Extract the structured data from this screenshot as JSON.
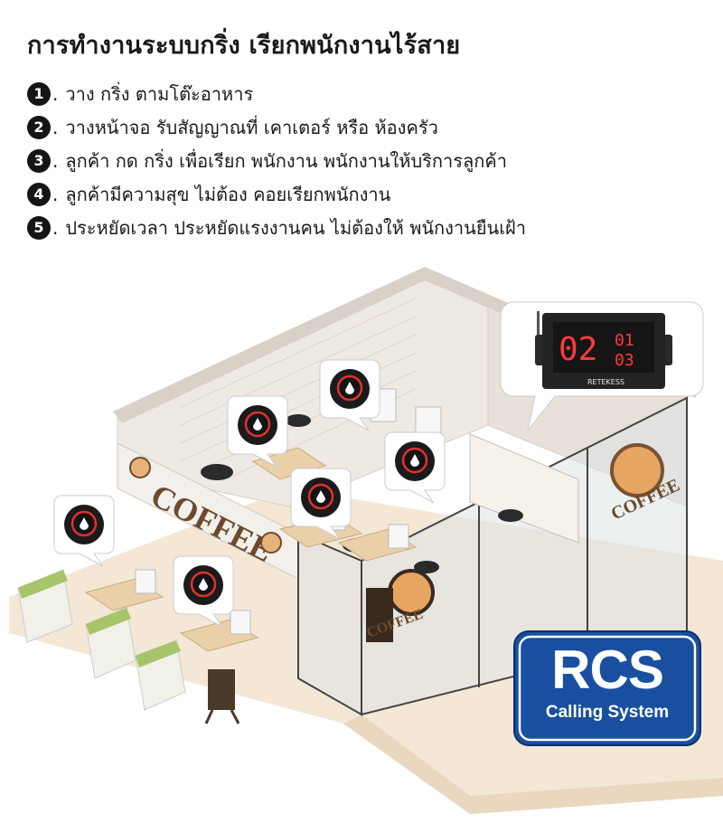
{
  "title": "การทำงานระบบกริ่ง เรียกพนักงานไร้สาย",
  "steps": [
    {
      "num": "1",
      "text": "วาง กริ่ง ตามโต๊ะอาหาร"
    },
    {
      "num": "2",
      "text": "วางหน้าจอ รับสัญญาณที่ เคาเตอร์ หรือ ห้องครัว"
    },
    {
      "num": "3",
      "text": "ลูกค้า กด กริ่ง เพื่อเรียก พนักงาน  พนักงานให้บริการลูกค้า"
    },
    {
      "num": "4",
      "text": "ลูกค้ามีความสุข ไม่ต้อง คอยเรียกพนักงาน"
    },
    {
      "num": "5",
      "text": "ประหยัดเวลา ประหยัดแรงงานคน ไม่ต้องให้ พนักงานยืนเฝ้า"
    }
  ],
  "scene": {
    "sign_front": "COFFEE",
    "sign_right": "COFFEE",
    "sign_window": "COFFEE"
  },
  "display": {
    "main_number": "02",
    "small_top": "01",
    "small_bottom": "03",
    "brand": "RETEKESS"
  },
  "badge": {
    "logo": "RCS",
    "subtitle": "Calling System"
  },
  "colors": {
    "accent_red": "#e03030",
    "brand_blue": "#1a4fa0",
    "floor": "#f2e4d0",
    "wall": "#ede8e2",
    "glass": "#dfe4e6"
  }
}
